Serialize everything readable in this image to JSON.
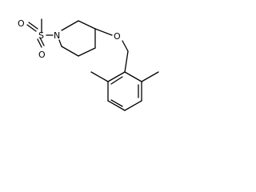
{
  "structure": {
    "atoms": {
      "sulfur": "S",
      "oxygen_top": "O",
      "oxygen_bottom": "O",
      "nitrogen": "N",
      "oxygen_ether": "O"
    }
  },
  "colors": {
    "bond": "#000000",
    "label": "#000000",
    "background": "#ffffff"
  }
}
